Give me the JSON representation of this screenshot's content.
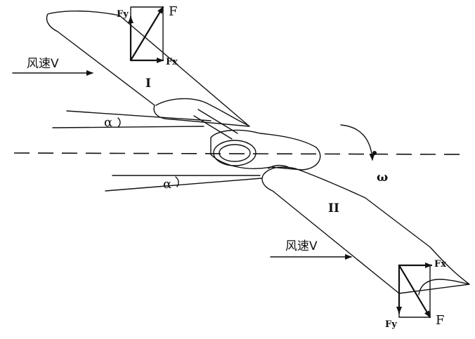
{
  "labels": {
    "blade_1": "I",
    "blade_2": "II",
    "wind_1": "风速V",
    "wind_2": "风速V",
    "F_1": "F",
    "Fx_1": "Fx",
    "Fy_1": "Fy",
    "F_2": "F",
    "Fx_2": "Fx",
    "Fy_2": "Fy",
    "alpha_1": "α",
    "alpha_2": "α",
    "omega": "ω"
  }
}
